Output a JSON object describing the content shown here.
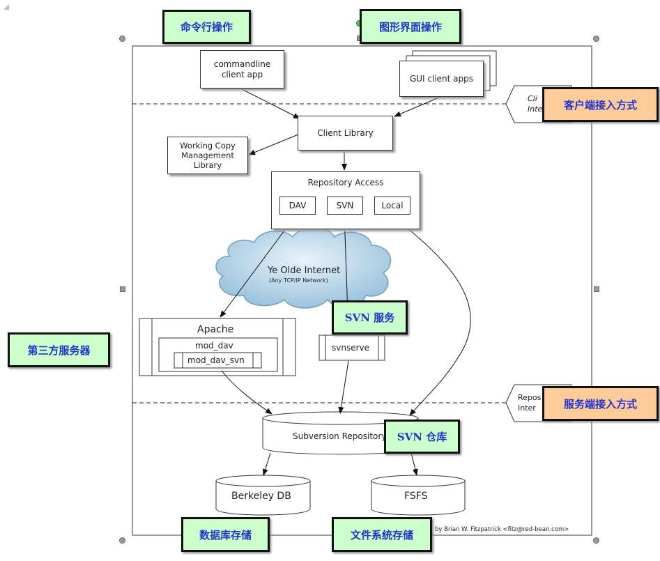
{
  "diagram": {
    "top_labels": {
      "cmdline_ops": "命令行操作",
      "gui_ops": "图形界面操作"
    },
    "client_apps": {
      "commandline": "commandline\nclient app",
      "gui": "GUI client apps"
    },
    "client_interface_label": "客户端接入方式",
    "client_interface_tag": "Cli\nInter",
    "client_library": "Client Library",
    "working_copy": "Working Copy\nManagement\nLibrary",
    "repository_access": {
      "title": "Repository Access",
      "dav": "DAV",
      "svn": "SVN",
      "local": "Local"
    },
    "internet": {
      "title": "Ye Olde Internet",
      "subtitle": "(Any TCP/IP Network)"
    },
    "apache": {
      "title": "Apache",
      "mod_dav": "mod_dav",
      "mod_dav_svn": "mod_dav_svn"
    },
    "third_party_label": "第三方服务器",
    "svn_service_label": "SVN 服务",
    "svnserve": "svnserve",
    "repository_interface_tag": "Repos\nInter",
    "server_interface_label": "服务端接入方式",
    "subversion_repository": "Subversion Repository",
    "svn_repo_label": "SVN 仓库",
    "berkeley_db": "Berkeley DB",
    "fsfs": "FSFS",
    "db_storage_label": "数据库存储",
    "fs_storage_label": "文件系统存储",
    "credit": "by Brian W. Fitzpatrick <fitz@red-bean.com>"
  }
}
